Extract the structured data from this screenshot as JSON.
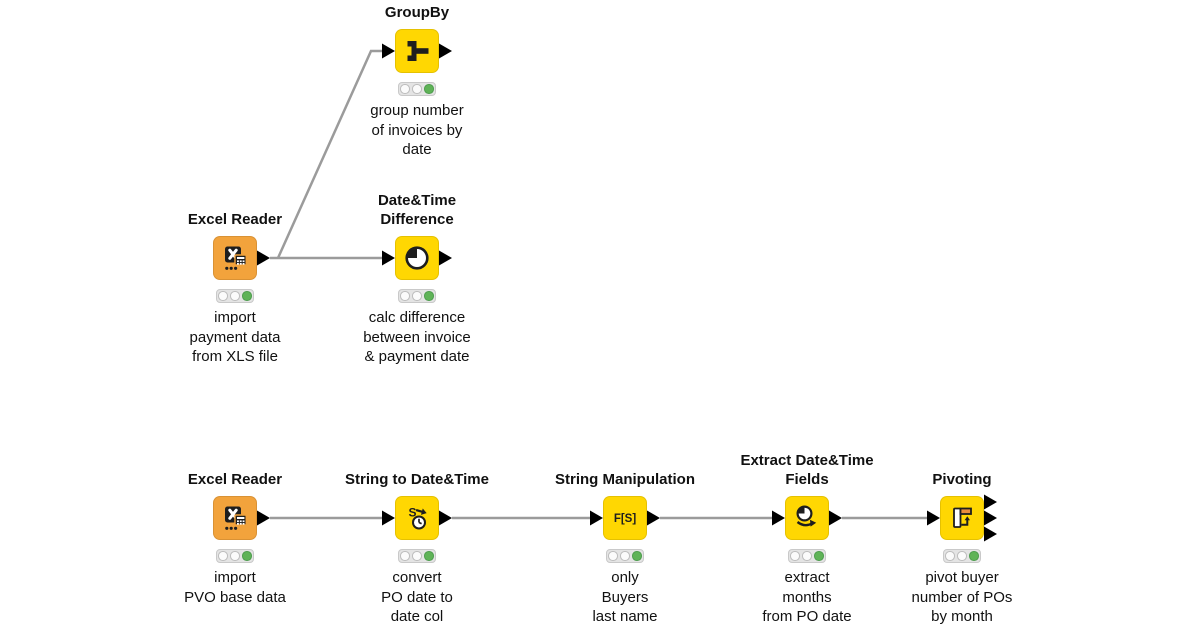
{
  "workflow": {
    "background": "#ffffff",
    "colors": {
      "node_yellow": "#FFD702",
      "node_orange": "#F2A33C",
      "icon_dark": "#1E1E1E",
      "connection_gray": "#9B9B9B",
      "port_black": "#000000",
      "light_bg": "#E4E4E4",
      "light_off": "#FBFBFB",
      "light_green": "#5FB357",
      "pivot_orange": "#E98C3D",
      "text": "#111111"
    },
    "nodes": [
      {
        "id": "groupby",
        "type": "GroupBy",
        "title_lines": [
          "GroupBy"
        ],
        "desc_lines": [
          "group number",
          "of invoices by",
          "date"
        ],
        "status": "executed",
        "lights": [
          "off",
          "off",
          "green"
        ]
      },
      {
        "id": "excel-reader-top",
        "type": "Excel Reader",
        "title_lines": [
          "Excel Reader"
        ],
        "desc_lines": [
          "import",
          "payment data",
          "from XLS file"
        ],
        "status": "executed",
        "lights": [
          "off",
          "off",
          "green"
        ]
      },
      {
        "id": "datetime-difference",
        "type": "Date&Time Difference",
        "title_lines": [
          "Date&Time",
          "Difference"
        ],
        "desc_lines": [
          "calc difference",
          "between invoice",
          "& payment date"
        ],
        "status": "executed",
        "lights": [
          "off",
          "off",
          "green"
        ]
      },
      {
        "id": "excel-reader-bottom",
        "type": "Excel Reader",
        "title_lines": [
          "Excel Reader"
        ],
        "desc_lines": [
          "import",
          "PVO base data"
        ],
        "status": "executed",
        "lights": [
          "off",
          "off",
          "green"
        ]
      },
      {
        "id": "string-to-datetime",
        "type": "String to Date&Time",
        "title_lines": [
          "String to Date&Time"
        ],
        "desc_lines": [
          "convert",
          "PO date to",
          "date col"
        ],
        "status": "executed",
        "lights": [
          "off",
          "off",
          "green"
        ],
        "icon_text": "S"
      },
      {
        "id": "string-manipulation",
        "type": "String Manipulation",
        "title_lines": [
          "String Manipulation"
        ],
        "desc_lines": [
          "only",
          "Buyers",
          "last name"
        ],
        "status": "executed",
        "lights": [
          "off",
          "off",
          "green"
        ],
        "icon_text": "F[S]"
      },
      {
        "id": "extract-datetime-fields",
        "type": "Extract Date&Time Fields",
        "title_lines": [
          "Extract Date&Time",
          "Fields"
        ],
        "desc_lines": [
          "extract",
          "months",
          "from PO date"
        ],
        "status": "executed",
        "lights": [
          "off",
          "off",
          "green"
        ]
      },
      {
        "id": "pivoting",
        "type": "Pivoting",
        "title_lines": [
          "Pivoting"
        ],
        "desc_lines": [
          "pivot buyer",
          "number of POs",
          "by month"
        ],
        "status": "executed",
        "lights": [
          "off",
          "off",
          "green"
        ]
      }
    ]
  }
}
